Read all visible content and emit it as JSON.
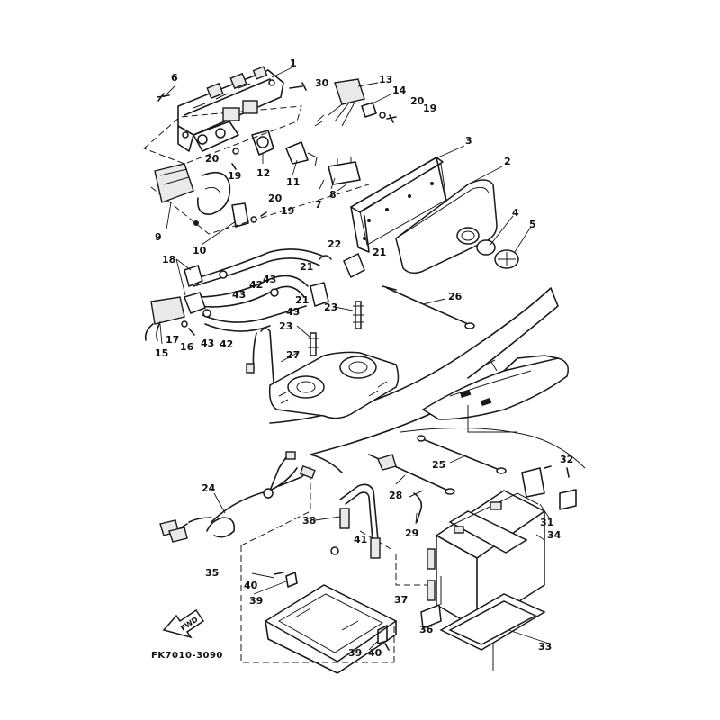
{
  "diagram_code": "FK7010-3090",
  "forward_marker": "FWD",
  "callouts": [
    "1",
    "2",
    "3",
    "4",
    "5",
    "6",
    "7",
    "8",
    "9",
    "10",
    "11",
    "12",
    "13",
    "14",
    "15",
    "16",
    "17",
    "18",
    "19",
    "19",
    "19",
    "20",
    "20",
    "20",
    "21",
    "21",
    "21",
    "22",
    "23",
    "23",
    "24",
    "25",
    "26",
    "27",
    "28",
    "29",
    "30",
    "31",
    "32",
    "33",
    "34",
    "35",
    "36",
    "37",
    "38",
    "39",
    "39",
    "40",
    "40",
    "41",
    "42",
    "42",
    "43",
    "43",
    "43",
    "43"
  ]
}
